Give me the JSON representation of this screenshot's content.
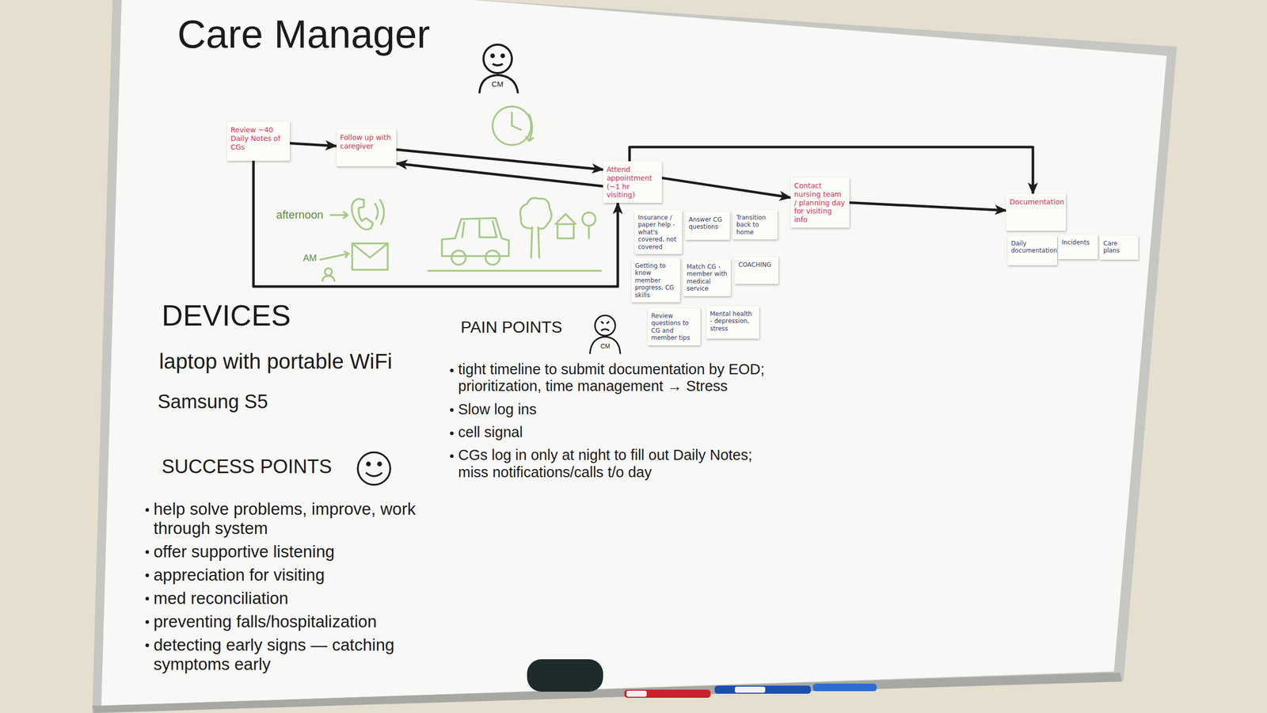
{
  "diagram": {
    "title": "Care Manager",
    "nodes": [
      {
        "text": [
          "Review ~40 Daily Notes of CGs"
        ]
      },
      {
        "text": [
          "Follow up with caregiver"
        ]
      },
      {
        "text": [
          "Attend appointment (~1 hr visiting)"
        ]
      },
      {
        "text": [
          "Insurance / paper help - what's covered, not covered"
        ]
      },
      {
        "text": [
          "Answer CG questions"
        ]
      },
      {
        "text": [
          "Transition back to home"
        ]
      },
      {
        "text": [
          "Getting to know member progress, CG skills"
        ]
      },
      {
        "text": [
          "Match CG - member with medical service"
        ]
      },
      {
        "text": [
          "COACHING"
        ]
      },
      {
        "text": [
          "Mental health - depression, stress"
        ]
      },
      {
        "text": [
          "Review questions to CG and member tips"
        ]
      },
      {
        "text": [
          "Contact nursing team / planning day for visiting info"
        ]
      },
      {
        "text": [
          "Documentation"
        ]
      },
      {
        "text": [
          "Daily documentation"
        ]
      },
      {
        "text": [
          "Incidents"
        ]
      },
      {
        "text": [
          "Care plans"
        ]
      }
    ],
    "edges": [
      {
        "from": 0,
        "to": 1,
        "arrow": "to"
      },
      {
        "from": 1,
        "to": 2,
        "arrow": "to"
      },
      {
        "from": 2,
        "to": 1,
        "arrow": "to"
      },
      {
        "from": 0,
        "to": 2,
        "arrow": "to"
      },
      {
        "from": 2,
        "to": 11,
        "arrow": "to"
      },
      {
        "from": 11,
        "to": 12,
        "arrow": "to"
      },
      {
        "from": 2,
        "to": 12,
        "arrow": "to"
      }
    ],
    "labels": [
      "CM",
      "afternoon",
      "AM",
      "DEVICES",
      "laptop with portable WiFi",
      "Samsung S5",
      "SUCCESS POINTS",
      "help solve problems, improve, work through system",
      "offer supportive listening",
      "appreciation for visiting",
      "med reconciliation",
      "preventing falls/hospitalization",
      "detecting early signs — catching symptoms early",
      "PAIN POINTS",
      "CM",
      "tight timeline to submit documentation by EOD; prioritization, time management → Stress",
      "Slow log ins",
      "cell signal",
      "CGs log in only at night to fill out Daily Notes; miss notifications/calls t/o day"
    ]
  }
}
